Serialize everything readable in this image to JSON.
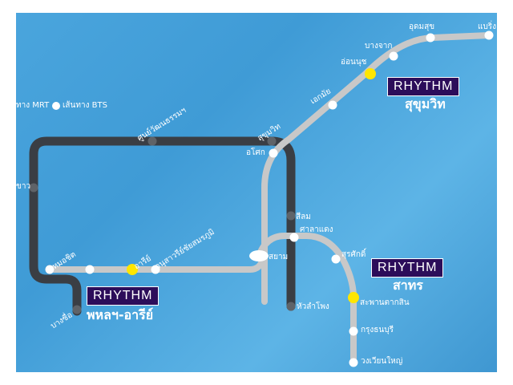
{
  "map": {
    "colors": {
      "background": "#4aa5dd",
      "mrt_line": "#3a3e44",
      "bts_line": "#c8c8c8",
      "station": "#ffffff",
      "highlight_station": "#ffe600",
      "badge_bg": "#2c0d5a"
    },
    "legend": {
      "mrt": "ทาง MRT",
      "bts": "เส้นทาง BTS"
    },
    "stations": {
      "mo_chit": "หมอชิต",
      "ari": "อารีย์",
      "victory": "อนุสาวรีย์ชัยสมรภูมิ",
      "siam": "สยาม",
      "ratchathewi": "ศูนย์วัฒนธรรมฯ",
      "sukhumvit": "สุขุมวิท",
      "asok": "อโศก",
      "ekkamai": "เอกมัย",
      "on_nut": "อ่อนนุช",
      "bang_chak": "บางจาก",
      "udom_suk": "อุดมสุข",
      "bearing": "แบริ่ง",
      "silom": "สีลม",
      "sala_daeng": "ศาลาแดง",
      "surasak": "สุรศักดิ์",
      "saphan_taksin": "สะพานตากสิน",
      "krung_thon_buri": "กรุงธนบุรี",
      "wongwian_yai": "วงเวียนใหญ่",
      "hua_lamphong": "หัวลำโพง",
      "bang_sue": "บางซื่อ",
      "kao": "ขาว"
    },
    "badges": [
      {
        "title": "RHYTHM",
        "area": "สุขุมวิท"
      },
      {
        "title": "RHYTHM",
        "area": "สาทร"
      },
      {
        "title": "RHYTHM",
        "area": "พหลฯ-อารีย์"
      }
    ]
  }
}
